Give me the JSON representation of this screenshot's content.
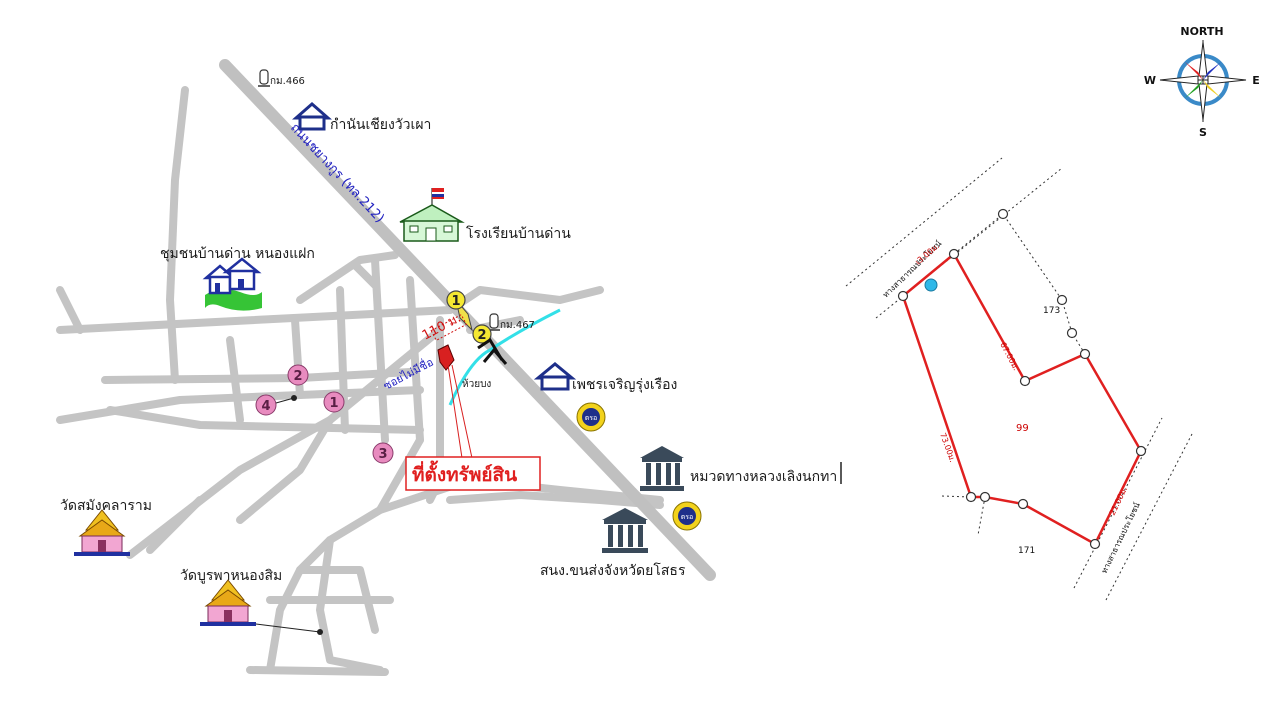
{
  "map": {
    "km466": "กม.466",
    "km467": "กม.467",
    "kamnan": "กำนันเชียงวัวเผา",
    "road_name": "ถนนชยางกูร (ทล.212)",
    "school": "โรงเรียนบ้านด่าน",
    "community": "ชุมชนบ้านด่าน หนองแฝก",
    "distance": "110 ม.",
    "soi": "ซอยไม่มีชื่อ",
    "huaibong": "ห้วยบง",
    "shop": "เพชรเจริญรุ่งเรือง",
    "property": "ที่ตั้งทรัพย์สิน",
    "highway_office": "หมวดทางหลวงเลิงนกทา",
    "transport_office": "สนง.ขนส่งจังหวัดยโสธร",
    "wat1": "วัดสมังคลาราม",
    "wat2": "วัดบูรพาหนองสิม",
    "badge": "ตรอ",
    "pins": [
      "1",
      "2",
      "3",
      "4"
    ],
    "markers": [
      "1",
      "2"
    ]
  },
  "compass": {
    "north": "NORTH",
    "s": "S",
    "e": "E",
    "w": "W"
  },
  "plot": {
    "lot_main": "99",
    "lot_north": "173",
    "lot_south": "171",
    "road_top": "ทางสาธารณประโยชน์",
    "road_bottom": "ทางสาธารณประโยชน์",
    "dim_top": "เ3.00ม.",
    "dim_inner": "67.00ม.",
    "dim_left": "73.00ม.",
    "dim_right": "21.00ม."
  },
  "colors": {
    "boundary": "#e02020",
    "road": "#c4c4c4",
    "pin": "#e88bbf",
    "water": "#33e0e8"
  }
}
